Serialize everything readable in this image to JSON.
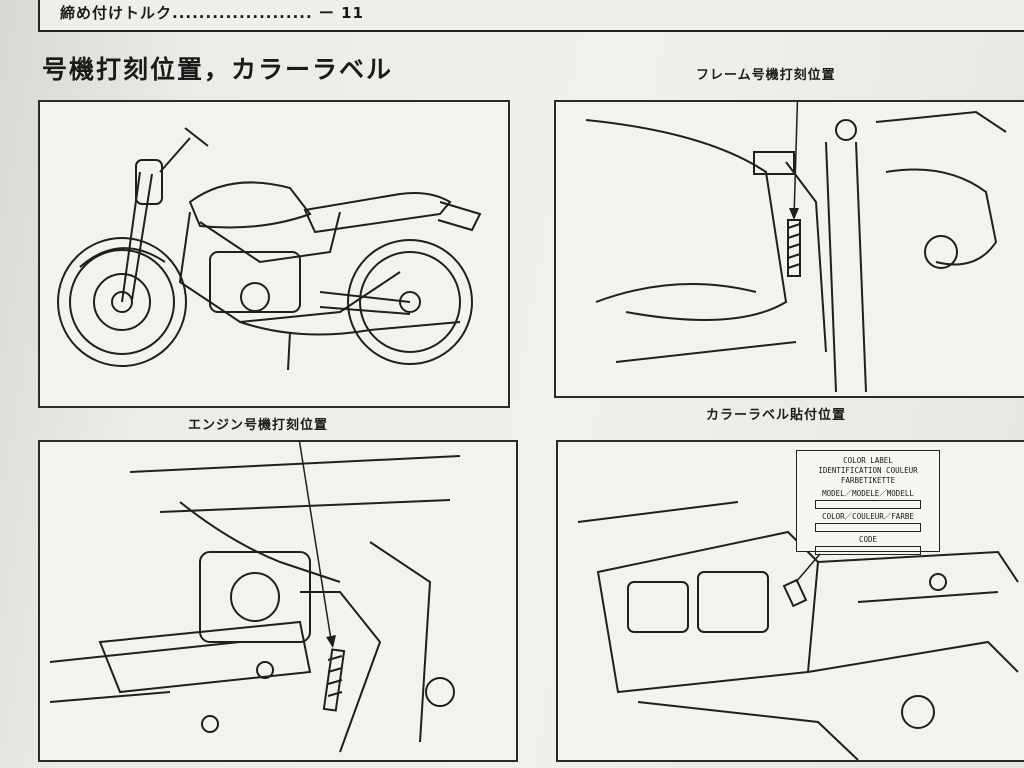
{
  "header": {
    "torque_text": "締め付けトルク.....................    ー  11"
  },
  "section": {
    "title": "号機打刻位置，カラーラベル"
  },
  "captions": {
    "frame_number": "フレーム号機打刻位置",
    "engine_number": "エンジン号機打刻位置",
    "color_label": "カラーラベル貼付位置"
  },
  "label_card": {
    "line1": "COLOR LABEL",
    "line2": "IDENTIFICATION COULEUR",
    "line3": "FARBETIKETTE",
    "model": "MODEL／MODELE／MODELL",
    "color": "COLOR／COULEUR／FARBE",
    "code": "CODE"
  },
  "colors": {
    "paper": "#f1f0ec",
    "ink": "#1a1a1a"
  }
}
